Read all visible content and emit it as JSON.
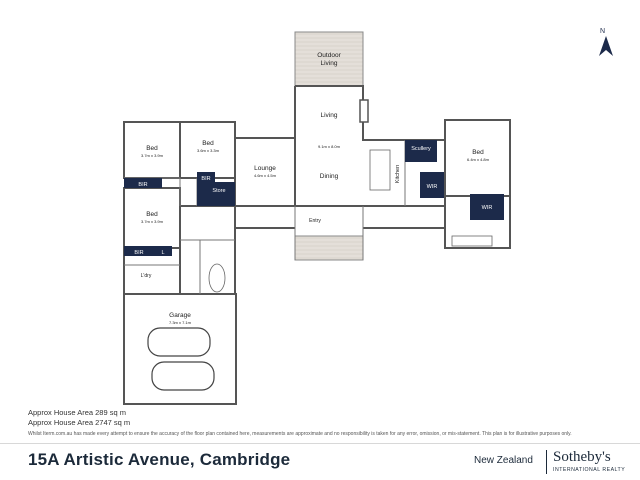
{
  "rooms": {
    "outdoor_top": {
      "label": "Outdoor\nLiving",
      "line1": "Outdoor",
      "line2": "Living"
    },
    "living": {
      "label": "Living"
    },
    "dining": {
      "label": "Dining",
      "dims": "9.1m x 8.0m"
    },
    "bed1": {
      "label": "Bed",
      "dims": "3.7m x 3.9m"
    },
    "bed2": {
      "label": "Bed",
      "dims": "3.6m x 3.3m"
    },
    "bed3": {
      "label": "Bed",
      "dims": "3.7m x 3.9m"
    },
    "bed_master": {
      "label": "Bed",
      "dims": "6.4m x 4.8m"
    },
    "lounge": {
      "label": "Lounge",
      "dims": "4.6m x 4.5m"
    },
    "scullery": {
      "label": "Scullery"
    },
    "kitchen": {
      "label": "Kitchen"
    },
    "wir1": {
      "label": "WIR"
    },
    "wir2": {
      "label": "WIR"
    },
    "bir1": {
      "label": "BIR"
    },
    "bir2": {
      "label": "BIR"
    },
    "bir3": {
      "label": "BIR"
    },
    "store": {
      "label": "Store"
    },
    "linen": {
      "label": "L"
    },
    "entry": {
      "label": "Entry"
    },
    "laundry": {
      "label": "L'dry"
    },
    "garage": {
      "label": "Garage",
      "dims": "7.3m x 7.1m"
    }
  },
  "compass": {
    "label": "N"
  },
  "areas": {
    "house": "Approx House Area 289 sq m",
    "house2": "Approx House Area 2747 sq m"
  },
  "disclaimer": "Whilst Iterm.com.au has made every attempt to ensure the accuracy of the floor plan contained here, measurements are approximate and no responsibility is taken for any error, omission, or mis-statement. This plan is for illustrative purposes only.",
  "footer": {
    "address": "15A Artistic Avenue, Cambridge",
    "region": "New Zealand",
    "brand": "Sotheby's",
    "brand_sub": "INTERNATIONAL REALTY"
  },
  "colors": {
    "wall": "#555555",
    "navy": "#1c2a4a",
    "deck": "#ddd7d0"
  }
}
